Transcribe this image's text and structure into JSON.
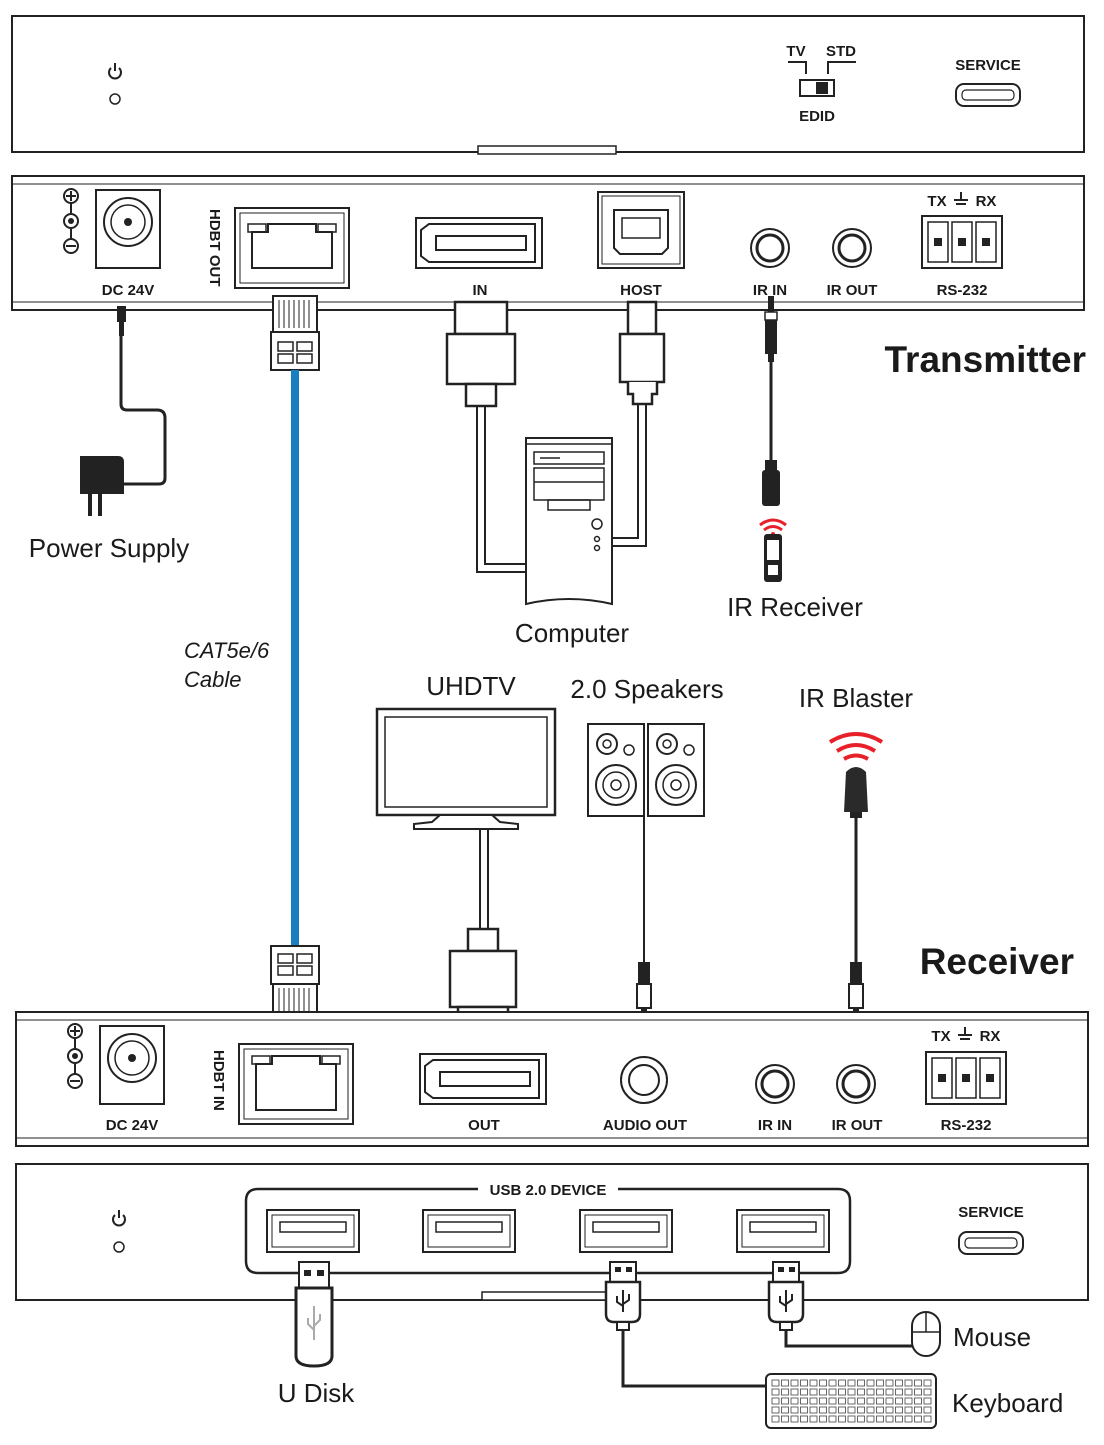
{
  "transmitter": {
    "title": "Transmitter",
    "front": {
      "edid_tv": "TV",
      "edid_std": "STD",
      "edid_label": "EDID",
      "service_label": "SERVICE"
    },
    "rear": {
      "dc_label": "DC 24V",
      "hdbt_label": "HDBT OUT",
      "in_label": "IN",
      "host_label": "HOST",
      "ir_in_label": "IR IN",
      "ir_out_label": "IR OUT",
      "rs232_tx": "TX",
      "rs232_rx": "RX",
      "rs232_label": "RS-232"
    }
  },
  "receiver": {
    "title": "Receiver",
    "rear": {
      "dc_label": "DC 24V",
      "hdbt_label": "HDBT IN",
      "out_label": "OUT",
      "audio_label": "AUDIO OUT",
      "ir_in_label": "IR IN",
      "ir_out_label": "IR OUT",
      "rs232_tx": "TX",
      "rs232_rx": "RX",
      "rs232_label": "RS-232"
    },
    "front": {
      "usb_label": "USB 2.0 DEVICE",
      "service_label": "SERVICE"
    }
  },
  "devices": {
    "power_supply": "Power Supply",
    "computer": "Computer",
    "ir_receiver": "IR Receiver",
    "cable_line1": "CAT5e/6",
    "cable_line2": "Cable",
    "uhdtv": "UHDTV",
    "speakers": "2.0 Speakers",
    "ir_blaster": "IR Blaster",
    "udisk": "U Disk",
    "mouse": "Mouse",
    "keyboard": "Keyboard"
  },
  "colors": {
    "cable": "#1a7fc1",
    "ir_signal": "#e8202a",
    "line": "#1a1a1a"
  }
}
